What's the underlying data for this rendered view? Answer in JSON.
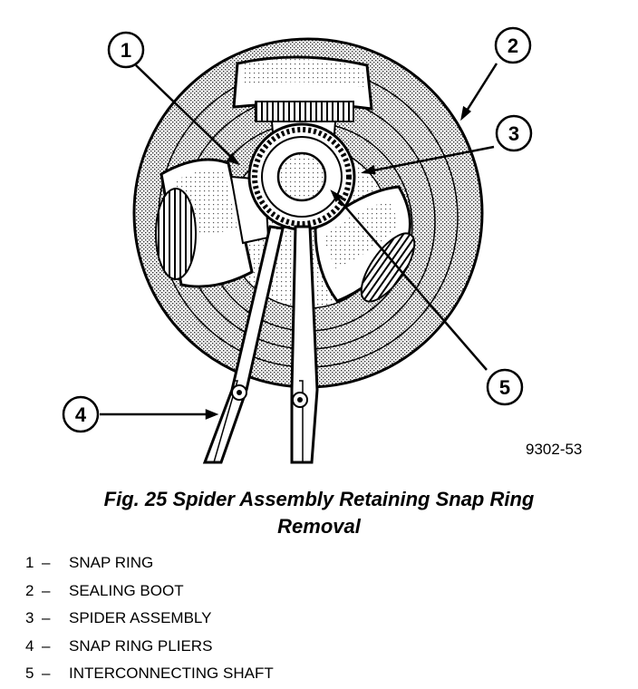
{
  "figure": {
    "id_label": "9302-53",
    "caption_line1": "Fig. 25 Spider Assembly Retaining Snap Ring",
    "caption_line2": "Removal"
  },
  "callouts": [
    "1",
    "2",
    "3",
    "4",
    "5"
  ],
  "legend": [
    {
      "num": "1",
      "dash": "–",
      "label": "SNAP RING"
    },
    {
      "num": "2",
      "dash": "–",
      "label": "SEALING BOOT"
    },
    {
      "num": "3",
      "dash": "–",
      "label": "SPIDER ASSEMBLY"
    },
    {
      "num": "4",
      "dash": "–",
      "label": "SNAP RING PLIERS"
    },
    {
      "num": "5",
      "dash": "–",
      "label": "INTERCONNECTING SHAFT"
    }
  ]
}
